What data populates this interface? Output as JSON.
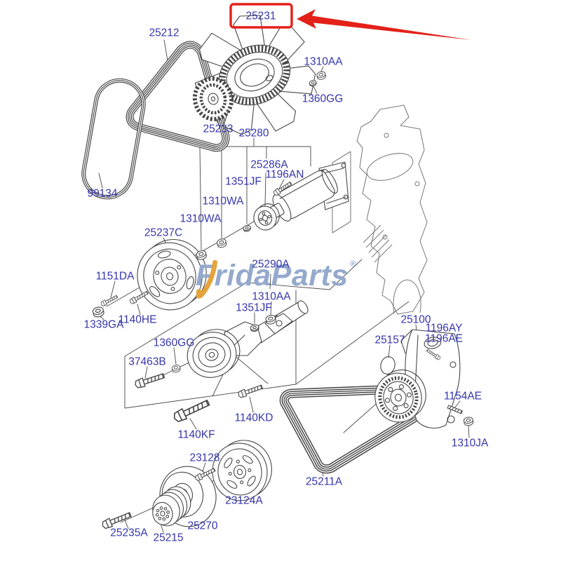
{
  "colors": {
    "label": "#3535AD",
    "highlight": "#E32119",
    "watermark": "#94A9CC",
    "swoosh": "#E5A33C",
    "line": "#474747",
    "block_line": "#7C7C7C"
  },
  "watermark": {
    "prefix": "Frida",
    "suffix": "Parts",
    "registered": "®"
  },
  "highlight": {
    "part_number": "25231"
  },
  "labels": [
    "25212",
    "25231",
    "1310AA",
    "1360GG",
    "25233",
    "25280",
    "25286A",
    "1196AN",
    "1351JF",
    "1310WA",
    "1310WA",
    "99134",
    "25237C",
    "1151DA",
    "1339GA",
    "1140HE",
    "25290A",
    "1310AA",
    "1351JF",
    "1360GG",
    "37463B",
    "25100",
    "25157",
    "1196AY",
    "1196AE",
    "1154AE",
    "1310JA",
    "1140KD",
    "1140KF",
    "23128",
    "23124A",
    "25211A",
    "25270",
    "25215",
    "25235A"
  ]
}
